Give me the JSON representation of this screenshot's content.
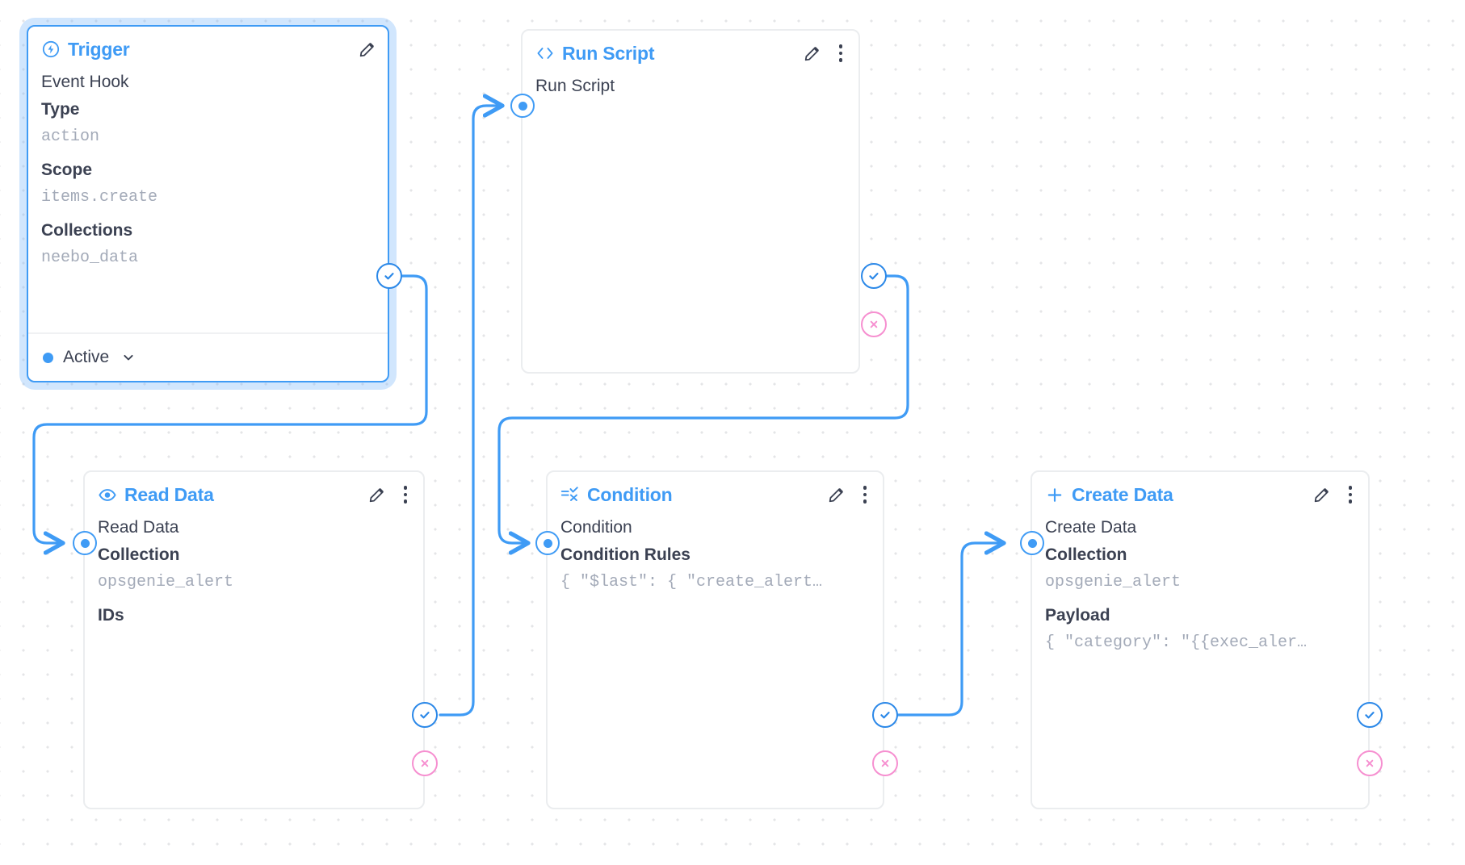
{
  "canvas": {
    "background": "#ffffff",
    "dot_color": "#e4e5e7",
    "accent": "#3f9bf5",
    "success_color": "#2b88e8",
    "error_color": "#f68fd0"
  },
  "nodes": [
    {
      "id": "trigger",
      "title": "Trigger",
      "icon": "bolt-circle-icon",
      "selected": true,
      "rows": [
        {
          "label": "Event Hook",
          "strong": false
        },
        {
          "label": "Type",
          "strong": true,
          "value": "action"
        },
        {
          "label": "Scope",
          "strong": true,
          "value": "items.create"
        },
        {
          "label": "Collections",
          "strong": true,
          "value": "neebo_data"
        }
      ],
      "footer": {
        "status_label": "Active",
        "status_color": "#3f9bf5"
      },
      "has_edit": true,
      "has_kebab": false
    },
    {
      "id": "run-script",
      "title": "Run Script",
      "icon": "code-brackets-icon",
      "selected": false,
      "rows": [
        {
          "label": "Run Script",
          "strong": false
        }
      ],
      "has_edit": true,
      "has_kebab": true
    },
    {
      "id": "read-data",
      "title": "Read Data",
      "icon": "eye-icon",
      "selected": false,
      "rows": [
        {
          "label": "Read Data",
          "strong": false
        },
        {
          "label": "Collection",
          "strong": true,
          "value": "opsgenie_alert"
        },
        {
          "label": "IDs",
          "strong": true
        }
      ],
      "has_edit": true,
      "has_kebab": true
    },
    {
      "id": "condition",
      "title": "Condition",
      "icon": "condition-branch-icon",
      "selected": false,
      "rows": [
        {
          "label": "Condition",
          "strong": false
        },
        {
          "label": "Condition Rules",
          "strong": true,
          "value": "{ \"$last\": { \"create_alert…"
        }
      ],
      "has_edit": true,
      "has_kebab": true
    },
    {
      "id": "create-data",
      "title": "Create Data",
      "icon": "plus-icon",
      "selected": false,
      "rows": [
        {
          "label": "Create Data",
          "strong": false
        },
        {
          "label": "Collection",
          "strong": true,
          "value": "opsgenie_alert"
        },
        {
          "label": "Payload",
          "strong": true,
          "value": "{ \"category\": \"{{exec_aler…"
        }
      ],
      "has_edit": true,
      "has_kebab": true
    }
  ],
  "ports": {
    "success_glyph": "check",
    "error_glyph": "cross",
    "input_glyph": "dot"
  }
}
